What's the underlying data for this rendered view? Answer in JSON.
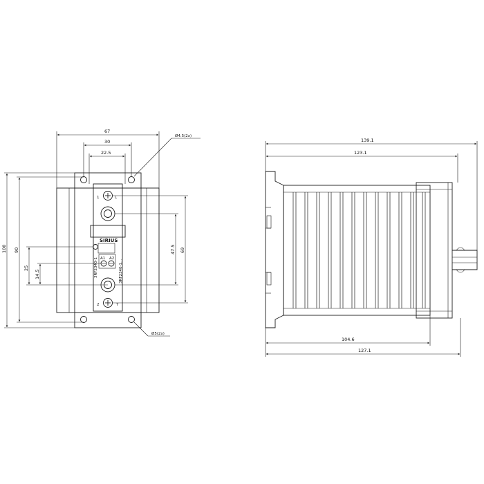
{
  "front_view": {
    "dims": {
      "width_overall": "67",
      "hole_spacing": "30",
      "inner_spacing": "22.5",
      "height_total": "100",
      "height_body": "90",
      "height_mid": "25",
      "height_small": "14.5",
      "height_terms": "47.5",
      "height_screws": "69"
    },
    "callouts": {
      "top_holes": "Ø4.5(2x)",
      "bottom_holes": "Ø5(2x)"
    },
    "terminals": {
      "t1": "1",
      "tL": "L",
      "t2": "2",
      "tT": "T",
      "a1": "A1",
      "a2": "A2"
    },
    "brand": "SIRIUS",
    "side_text": "3RF2340-1",
    "part_code": "3RF2340-1..."
  },
  "side_view": {
    "dims": {
      "overall": "139.1",
      "upper": "123.1",
      "lower_short": "104.6",
      "lower_long": "127.1"
    }
  }
}
